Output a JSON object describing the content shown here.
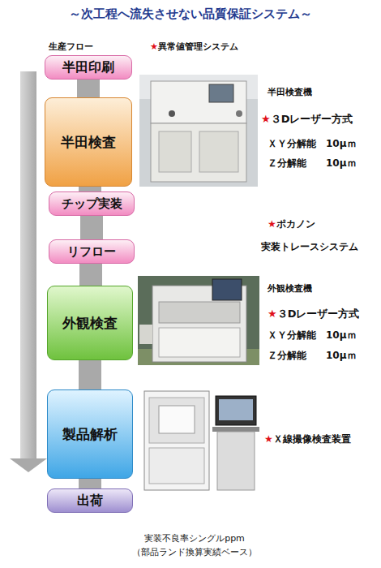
{
  "diagram": {
    "title": "～次工程へ流失させない品質保証システム～",
    "caption": "実装不良率シングルppm （部品ランド換算実績ベース）",
    "nodes": [
      {
        "text": [
          "半田印刷"
        ]
      },
      {
        "text": [
          "半田検査"
        ]
      },
      {
        "text": [
          "チップ実装"
        ]
      },
      {
        "text": [
          "リフロー"
        ]
      },
      {
        "text": [
          "外観検査"
        ]
      },
      {
        "text": [
          "製品解析"
        ]
      },
      {
        "text": [
          "出荷"
        ]
      }
    ],
    "edges": [
      {
        "from": 0,
        "to": 1,
        "arrow": "none"
      },
      {
        "from": 1,
        "to": 2,
        "arrow": "none"
      },
      {
        "from": 2,
        "to": 3,
        "arrow": "none"
      },
      {
        "from": 3,
        "to": 4,
        "arrow": "none"
      },
      {
        "from": 4,
        "to": 5,
        "arrow": "none"
      },
      {
        "from": 5,
        "to": 6,
        "arrow": "none"
      }
    ],
    "labels": [
      "生産フロー",
      "★異常値管理システム",
      "半田検査機",
      "★３Dレーザー方式",
      "ＸＹ分解能　10μｍ",
      "Ｚ分解能　　10μｍ",
      "★ポカノン",
      "実装トレースシステム",
      "外観検査機",
      "★３Dレーザー方式",
      "ＸＹ分解能　10μｍ",
      "Ｚ分解能　　10μｍ",
      "★Ｘ線撮像検査装置"
    ]
  }
}
